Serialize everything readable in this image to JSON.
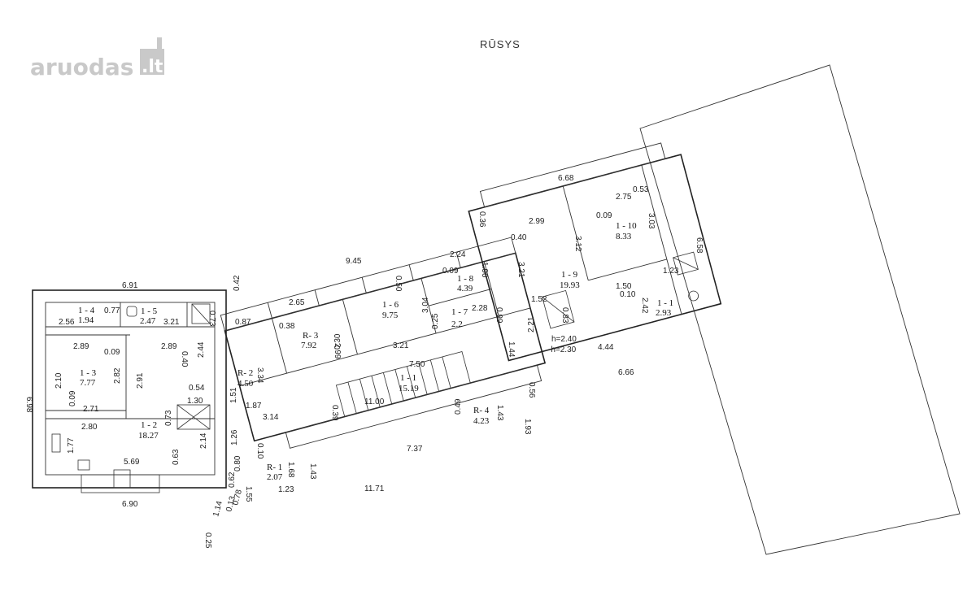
{
  "watermark": {
    "brand": "aruodas",
    "tld": ".lt"
  },
  "title": "RŪSYS",
  "rooms": [
    {
      "id": "1 - 4",
      "area": "1.94"
    },
    {
      "id": "1 - 5",
      "area": "2.47"
    },
    {
      "id": "1 - 3",
      "area": "7.77"
    },
    {
      "id": "1 - 2",
      "area": "18.27"
    },
    {
      "id": "R- 2",
      "area": "4.50"
    },
    {
      "id": "R- 3",
      "area": "7.92"
    },
    {
      "id": "1 - 6",
      "area": "9.75"
    },
    {
      "id": "1 - 8",
      "area": "4.39"
    },
    {
      "id": "1 - 7",
      "area": "2.2"
    },
    {
      "id": "1 - 9",
      "area": "19.93"
    },
    {
      "id": "1 - 10",
      "area": "8.33"
    },
    {
      "id": "1 - 1",
      "area": "2.93"
    },
    {
      "id": "1 - 1",
      "area": "15.19"
    },
    {
      "id": "R- 4",
      "area": "4.23"
    },
    {
      "id": "R- 1",
      "area": "2.07"
    }
  ],
  "heights": {
    "h1": "h=2.40",
    "h2": "-h=2.30"
  },
  "dimensions": [
    "6.91",
    "6.98",
    "6.90",
    "2.56",
    "0.77",
    "3.21",
    "0.73",
    "2.89",
    "0.09",
    "2.89",
    "0.40",
    "2.44",
    "2.82",
    "2.91",
    "2.10",
    "0.09",
    "2.71",
    "0.54",
    "1.30",
    "2.80",
    "0.73",
    "1.77",
    "5.69",
    "0.63",
    "2.14",
    "0.42",
    "0.87",
    "2.65",
    "0.38",
    "2.99",
    "0.30",
    "3.34",
    "1.51",
    "1.87",
    "3.14",
    "1.26",
    "0.10",
    "9.45",
    "0.50",
    "3.04",
    "0.25",
    "3.21",
    "7.50",
    "2.24",
    "0.09",
    "1.96",
    "2.28",
    "0.99",
    "0.36",
    "6.68",
    "2.99",
    "0.40",
    "3.21",
    "1.52",
    "0.83",
    "2.21",
    "1.44",
    "4.44",
    "6.66",
    "0.09",
    "2.75",
    "0.53",
    "3.03",
    "3.12",
    "1.50",
    "0.10",
    "2.42",
    "1.23",
    "6.58",
    "0.56",
    "11.00",
    "0.39",
    "0.49",
    "1.43",
    "1.93",
    "7.37",
    "1.43",
    "1.68",
    "1.23",
    "11.71",
    "0.80",
    "0.62",
    "1.55",
    "0.78",
    "0.13",
    "1.14",
    "0.25"
  ]
}
